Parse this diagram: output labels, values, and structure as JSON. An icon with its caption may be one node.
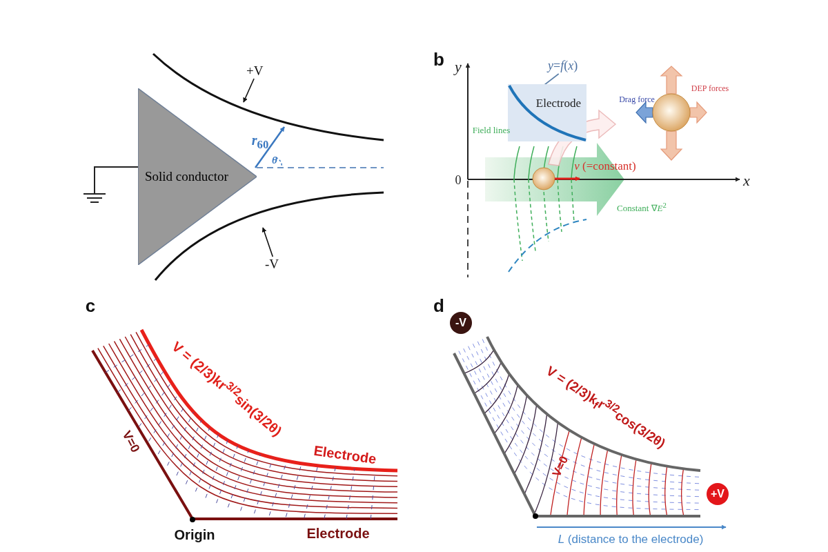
{
  "diagram": {
    "nodes": [
      {
        "text": [
          "Solid conductor"
        ]
      },
      {
        "text": [
          "+V"
        ]
      },
      {
        "text": [
          "-V"
        ]
      },
      {
        "text": [
          "*y*=*f*(*x*)"
        ]
      },
      {
        "text": [
          "Electrode"
        ]
      },
      {
        "text": [
          "-V"
        ]
      },
      {
        "text": [
          "+V"
        ]
      }
    ],
    "edges": [
      {
        "from": 1,
        "to": null,
        "arrow": "to"
      },
      {
        "from": 2,
        "to": null,
        "arrow": "to"
      },
      {
        "from": 3,
        "to": 4,
        "arrow": "other",
        "color": "#5a7fa8"
      }
    ],
    "labels": [
      "*r*$_{60}$",
      "*θ*",
      "b",
      "*y*",
      "Field lines",
      "Drag force",
      "DEP forces",
      "*v* (=constant)",
      "0",
      "*x*",
      "Constant ∇*E*$^{2}$",
      "c",
      "V = (2/3)kr$^{3/2}$sin(3/2θ)",
      "Electrode",
      "V=0",
      "Origin",
      "Electrode",
      "d",
      "V = (2/3)k$_{f}$r$^{3/2}$cos(3/2θ)",
      "V=0",
      "*L* (distance to the electrode)"
    ]
  }
}
